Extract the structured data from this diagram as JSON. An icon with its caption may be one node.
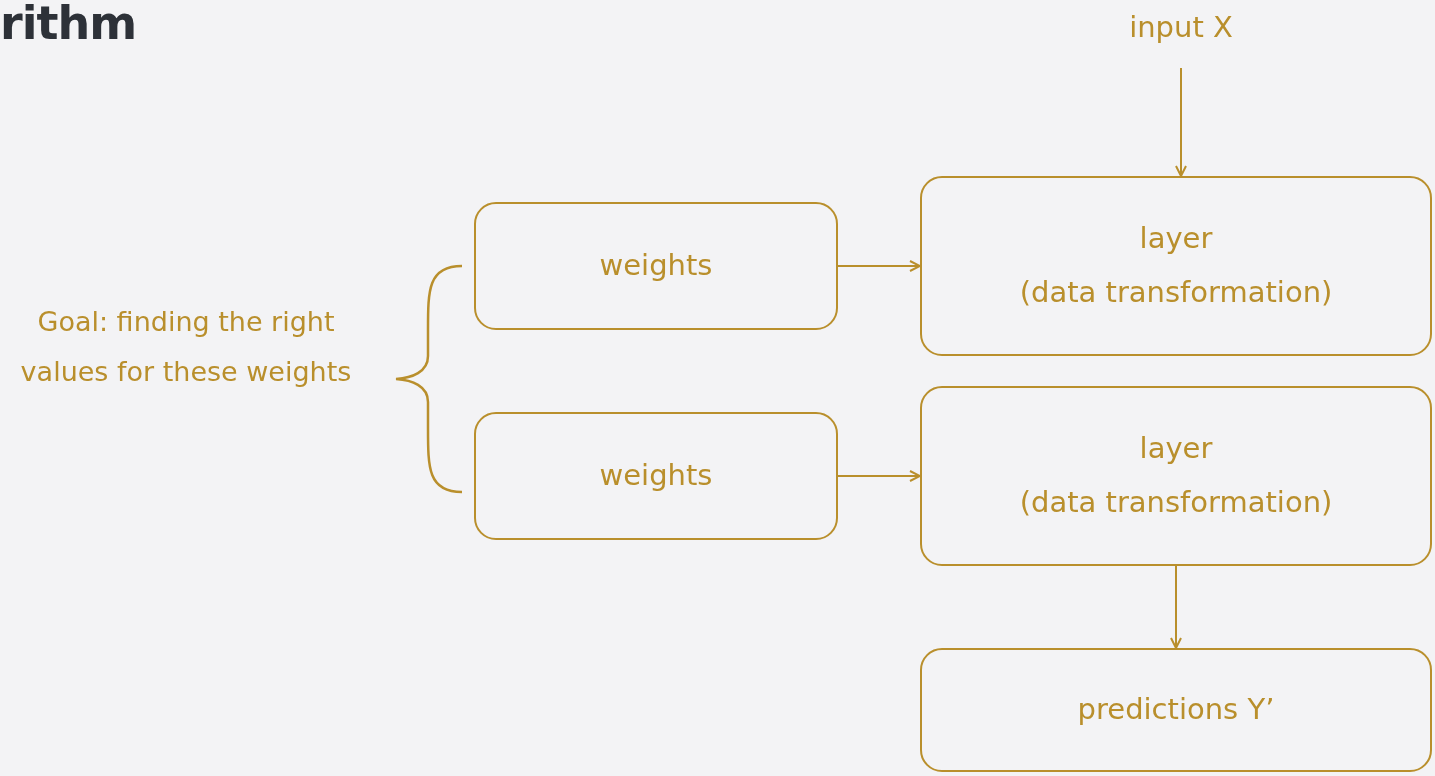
{
  "diagram": {
    "title": "rithm",
    "nodes": [
      {
        "text": [
          "input X"
        ]
      },
      {
        "text": [
          "weights"
        ]
      },
      {
        "text": [
          "layer",
          "(data transformation)"
        ]
      },
      {
        "text": [
          "weights"
        ]
      },
      {
        "text": [
          "layer",
          "(data transformation)"
        ]
      },
      {
        "text": [
          "predictions Y’"
        ]
      }
    ],
    "edges": [
      {
        "from": 0,
        "to": 2,
        "arrow": "to"
      },
      {
        "from": 1,
        "to": 2,
        "arrow": "to"
      },
      {
        "from": 3,
        "to": 4,
        "arrow": "to"
      },
      {
        "from": 4,
        "to": 5,
        "arrow": "to"
      }
    ],
    "labels": [
      "Goal: finding the right values for these weights"
    ]
  }
}
